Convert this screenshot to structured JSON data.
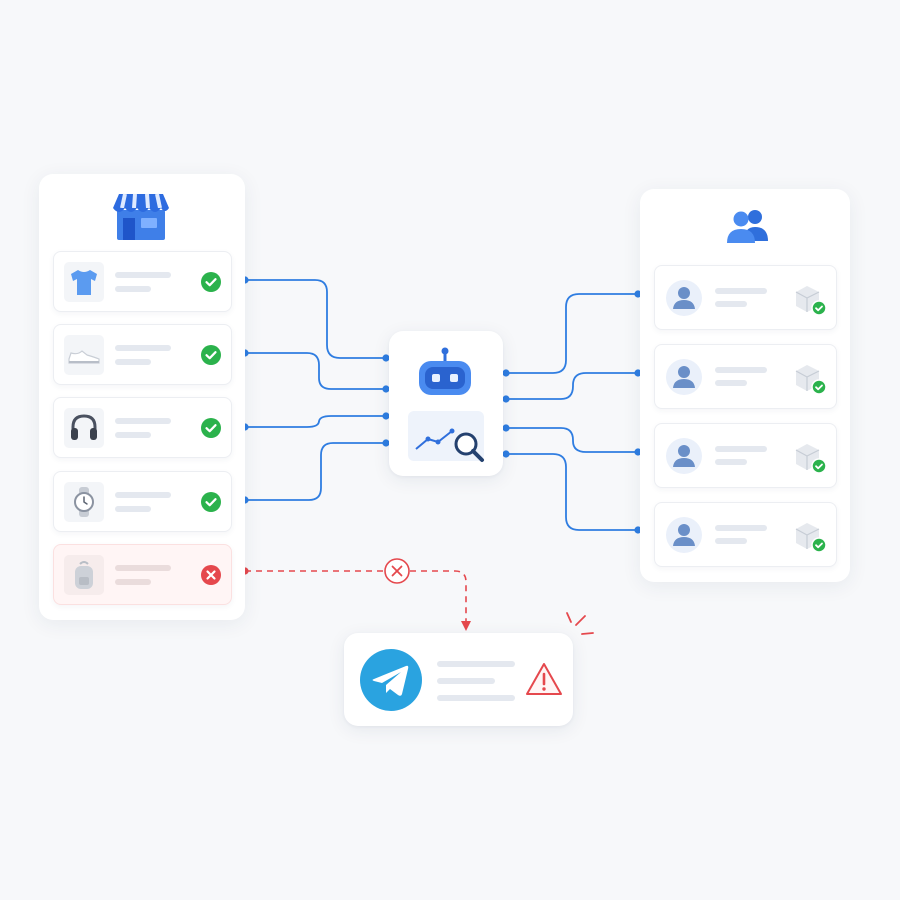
{
  "colors": {
    "accent": "#1a73e8",
    "success": "#2bb24c",
    "error": "#e5484d",
    "telegram": "#2aa3e0"
  },
  "store": {
    "icon": "storefront-icon",
    "products": [
      {
        "icon": "tshirt-icon",
        "status": "ok"
      },
      {
        "icon": "sneaker-icon",
        "status": "ok"
      },
      {
        "icon": "headphones-icon",
        "status": "ok"
      },
      {
        "icon": "watch-icon",
        "status": "ok"
      },
      {
        "icon": "backpack-icon",
        "status": "error"
      }
    ]
  },
  "hub": {
    "icons": [
      "robot-icon",
      "chart-search-icon"
    ]
  },
  "customers": {
    "icon": "users-icon",
    "rows": [
      {
        "icon": "user-avatar-icon",
        "status": "delivered"
      },
      {
        "icon": "user-avatar-icon",
        "status": "delivered"
      },
      {
        "icon": "user-avatar-icon",
        "status": "delivered"
      },
      {
        "icon": "user-avatar-icon",
        "status": "delivered"
      }
    ]
  },
  "alert": {
    "icons": [
      "telegram-icon",
      "warning-icon"
    ]
  }
}
